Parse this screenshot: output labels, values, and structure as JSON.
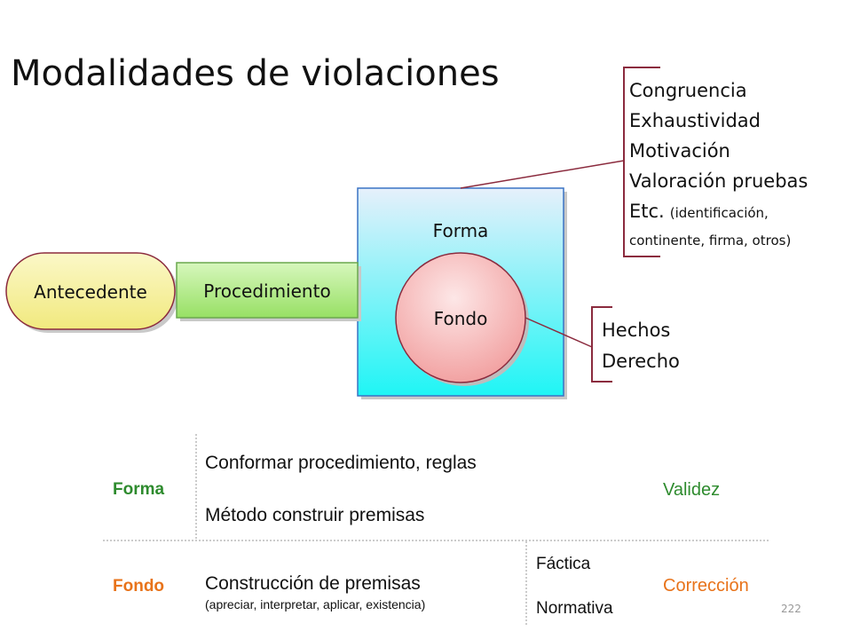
{
  "title": "Modalidades de violaciones",
  "diagram": {
    "antecedente": "Antecedente",
    "procedimiento": "Procedimiento",
    "forma": "Forma",
    "fondo": "Fondo",
    "forma_callout": {
      "lines": [
        "Congruencia",
        "Exhaustividad",
        "Motivación",
        "Valoración pruebas"
      ],
      "etc": "Etc.",
      "etc_note": "(identificación,",
      "etc_note2": "continente, firma, otros)"
    },
    "fondo_callout": {
      "lines": [
        "Hechos",
        "Derecho"
      ]
    }
  },
  "table": {
    "forma": {
      "label": "Forma",
      "line1": "Conformar procedimiento, reglas",
      "line2": "Método construir premisas",
      "result": "Validez"
    },
    "fondo": {
      "label": "Fondo",
      "line1": "Construcción de premisas",
      "sub": "(apreciar, interpretar, aplicar, existencia)",
      "factica": "Fáctica",
      "normativa": "Normativa",
      "result": "Corrección"
    }
  },
  "slide_number": "222",
  "colors": {
    "forma_label": "#2e8b2e",
    "fondo_label": "#e8731a",
    "bracket": "#8b2b3e",
    "forma_fill_top": "#e6f0fb",
    "forma_fill_bottom": "#1ff5f5",
    "fondo_fill": "#f2a9a9",
    "antecedente_fill": "#f3ee95",
    "procedimiento_fill": "#a7e777"
  }
}
